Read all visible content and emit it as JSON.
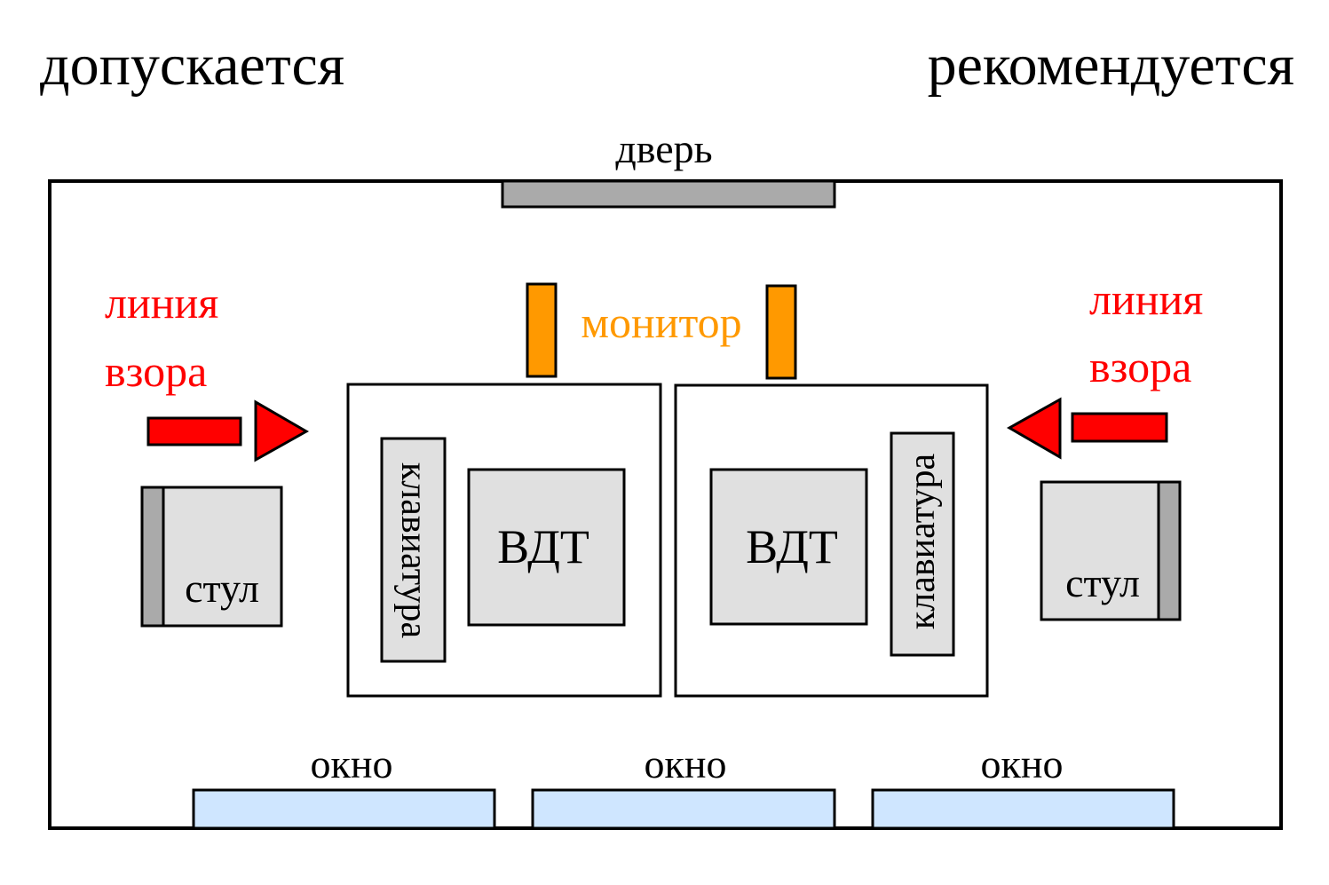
{
  "captions": {
    "allowed": "допускается",
    "recommended": "рекомендуется"
  },
  "room": {
    "door_label": "дверь",
    "window_labels": [
      "окно",
      "окно",
      "окно"
    ]
  },
  "monitor_label": "монитор",
  "gaze": {
    "left_label_line1": "линия",
    "left_label_line2": "взора",
    "right_label_line1": "линия",
    "right_label_line2": "взора"
  },
  "workstations": {
    "left": {
      "keyboard": "клавиатура",
      "screen": "ВДТ",
      "chair": "стул"
    },
    "right": {
      "keyboard": "клавиатура",
      "screen": "ВДТ",
      "chair": "стул"
    }
  },
  "colors": {
    "gaze": "#ff0000",
    "monitor": "#ff9900",
    "furniture": "#e0e0e0",
    "door": "#aaaaaa",
    "window": "#cfe6ff",
    "outline": "#000000"
  }
}
